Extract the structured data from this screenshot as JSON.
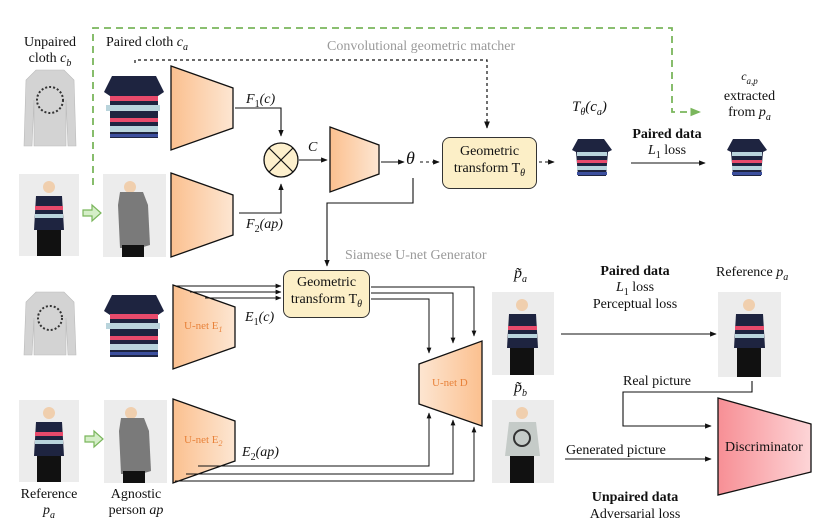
{
  "labels": {
    "unpaired_cloth": "Unpaired",
    "unpaired_cloth_2": "cloth",
    "unpaired_cloth_sym": "c",
    "unpaired_cloth_sub": "b",
    "paired_cloth": "Paired cloth",
    "paired_cloth_sym": "c",
    "paired_cloth_sub": "a",
    "conv_matcher": "Convolutional geometric matcher",
    "f1": "F",
    "f1_sub": "1",
    "f1_arg": "(c)",
    "f2": "F",
    "f2_sub": "2",
    "f2_arg": "(ap)",
    "C": "C",
    "theta": "θ",
    "geo_transform_1": "Geometric",
    "geo_transform_2": "transform T",
    "geo_transform_sub": "θ",
    "t_theta_ca": "T",
    "t_theta_ca_sub": "θ",
    "t_theta_ca_arg": "(c",
    "t_theta_ca_arg_sub": "a",
    "t_theta_ca_close": ")",
    "paired_data_top": "Paired data",
    "l1_loss_top": "L",
    "l1_loss_top_sub": "1",
    "l1_loss_top_word": "loss",
    "cap_sym": "c",
    "cap_sub": "a,p",
    "extracted": "extracted",
    "from_pa": "from",
    "from_pa_sym": "p",
    "from_pa_sub": "a",
    "siamese": "Siamese U-net Generator",
    "unet_e1": "U-net E",
    "unet_e1_sub": "1",
    "unet_e2": "U-net E",
    "unet_e2_sub": "2",
    "unet_d": "U-net D",
    "e1c": "E",
    "e1c_sub": "1",
    "e1c_arg": "(c)",
    "e2ap": "E",
    "e2ap_sub": "2",
    "e2ap_arg": "(ap)",
    "pa_tilde": "p̃",
    "pa_tilde_sub": "a",
    "pb_tilde": "p̃",
    "pb_tilde_sub": "b",
    "paired_data_mid": "Paired data",
    "l1_loss_mid": "L",
    "l1_loss_mid_sub": "1",
    "l1_loss_mid_word": "loss",
    "perceptual_loss": "Perceptual loss",
    "reference_pa_top": "Reference",
    "reference_pa_top_sym": "p",
    "reference_pa_top_sub": "a",
    "real_picture": "Real picture",
    "generated_picture": "Generated picture",
    "discriminator": "Discriminator",
    "unpaired_data": "Unpaired data",
    "adversarial_loss": "Adversarial loss",
    "reference_bottom": "Reference",
    "reference_bottom_sym": "p",
    "reference_bottom_sub": "a",
    "agnostic": "Agnostic",
    "agnostic_person": "person",
    "agnostic_sym": "ap"
  },
  "colors": {
    "encoder_fill": "#fbc89c",
    "box_fill": "#fcefc7",
    "discriminator_fill": "#f89a9f",
    "green_dash": "#7ab65c",
    "gray_text": "#9a9a9a",
    "unet_text": "#e8823a"
  }
}
